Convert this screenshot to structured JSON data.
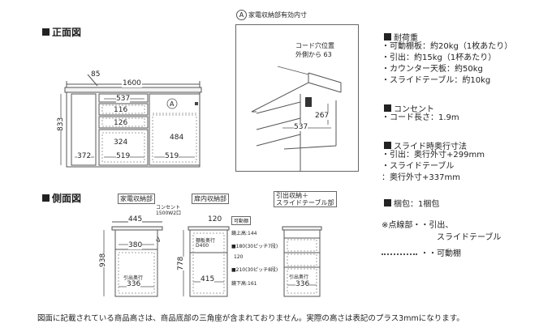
{
  "front": {
    "heading": "正面図",
    "d85": "85",
    "d1600": "1600",
    "d537": "537",
    "d116": "116",
    "d126": "126",
    "d324": "324",
    "d833": "833",
    "d372": "372",
    "d519a": "519",
    "d519b": "519",
    "d484": "484",
    "marker": "A"
  },
  "detail": {
    "marker": "A",
    "title": "家電収納部有効内寸",
    "cord_line1": "コード穴位置",
    "cord_line2": "外側から 63",
    "d537": "537",
    "d267": "267"
  },
  "side": {
    "heading": "側面図",
    "label1": "家電収納部",
    "label2": "扉内収納部",
    "label3_line1": "引出収納＋",
    "label3_line2": "スライドテーブル部",
    "outlet_line1": "コンセント",
    "outlet_line2": "1500W2口",
    "d445": "445",
    "d380": "380",
    "d938": "938",
    "d336a": "336",
    "inner_a": "引出奥行",
    "d120": "120",
    "inner_b1": "棚板奥行",
    "inner_b2": "D400",
    "d778": "778",
    "d415": "415",
    "movable_tag": "可動棚",
    "shelf_top": "鏡上高:144",
    "shelf_180": "■180",
    "shelf_180_note": "(30ピッチ7段)",
    "shelf_120": "120",
    "shelf_210": "■210",
    "shelf_210_note": "(30ピッチ8段)",
    "shelf_bottom": "鏡下高:161",
    "inner_c": "引出奥行",
    "d336b": "336"
  },
  "specs": {
    "load_title": "耐荷重",
    "load_items": [
      "・可動棚板：約20kg（1枚あたり）",
      "・引出：約15kg（1杯あたり）",
      "・カウンター天板：約50kg",
      "・スライドテーブル：約10kg"
    ],
    "outlet_title": "コンセント",
    "outlet_items": [
      "・コード長さ：1.9m"
    ],
    "slide_title": "スライド時奥行寸法",
    "slide_items": [
      "・引出：奥行外寸+299mm",
      "・スライドテーブル",
      "：奥行外寸+337mm"
    ],
    "pack": "梱包：1梱包",
    "legend1_a": "※点線部・・引出、",
    "legend1_b": "スライドテーブル",
    "legend2": "・・可動棚"
  },
  "footer": "図面に記載されている商品高さは、商品底部の三角座が含まれておりません。実際の高さは表記のプラス3mmになります。",
  "colors": {
    "line": "#555555",
    "text": "#222222",
    "dash": "#888888"
  }
}
